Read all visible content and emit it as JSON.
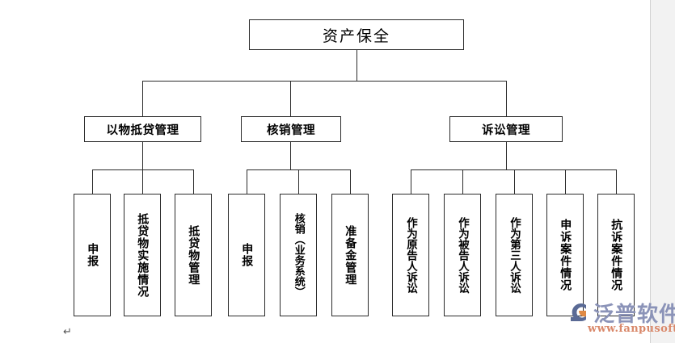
{
  "diagram": {
    "type": "org-tree",
    "title": "资产保全",
    "root": {
      "label": "资产保全"
    },
    "level2": [
      {
        "id": "l2-1",
        "label": "以物抵贷管理"
      },
      {
        "id": "l2-2",
        "label": "核销管理"
      },
      {
        "id": "l2-3",
        "label": "诉讼管理"
      }
    ],
    "leaves": [
      {
        "id": "leaf-1",
        "parent": "l2-1",
        "label": "申报"
      },
      {
        "id": "leaf-2",
        "parent": "l2-1",
        "label": "抵贷物实施情况"
      },
      {
        "id": "leaf-3",
        "parent": "l2-1",
        "label": "抵贷物管理"
      },
      {
        "id": "leaf-4",
        "parent": "l2-2",
        "label": "申报"
      },
      {
        "id": "leaf-5",
        "parent": "l2-2",
        "label": "核销（业务系统）"
      },
      {
        "id": "leaf-6",
        "parent": "l2-2",
        "label": "准备金管理"
      },
      {
        "id": "leaf-7",
        "parent": "l2-3",
        "label": "作为原告人诉讼"
      },
      {
        "id": "leaf-8",
        "parent": "l2-3",
        "label": "作为被告人诉讼"
      },
      {
        "id": "leaf-9",
        "parent": "l2-3",
        "label": "作为第三人诉讼"
      },
      {
        "id": "leaf-10",
        "parent": "l2-3",
        "label": "申诉案件情况"
      },
      {
        "id": "leaf-11",
        "parent": "l2-3",
        "label": "抗诉案件情况"
      }
    ]
  },
  "editor": {
    "paragraph_mark": "↵"
  },
  "watermark": {
    "brand": "泛普软件",
    "url": "www.fanpusoft.com",
    "brand_color": "#8b93b8",
    "url_color": "#d9886a",
    "mark_orange": "#e08a45",
    "mark_blue": "#5a6a95"
  }
}
